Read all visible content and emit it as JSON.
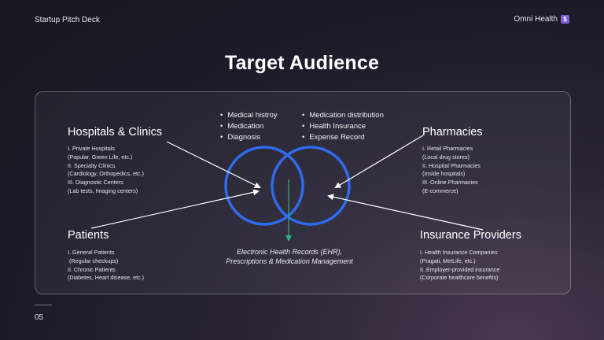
{
  "header": {
    "deck_label": "Startup Pitch Deck",
    "brand": "Omni Health",
    "brand_icon": "square-brand-icon"
  },
  "slide": {
    "title": "Target Audience",
    "page_number": "05"
  },
  "center": {
    "left_bullets": [
      "Medical histroy",
      "Medication",
      "Diagnosis"
    ],
    "right_bullets": [
      "Medication distribution",
      "Health Insurance",
      "Expense Record"
    ],
    "caption": [
      "Electronic Health Records (EHR),",
      "Prescriptions & Medication Management"
    ]
  },
  "segments": {
    "hospitals": {
      "heading": "Hospitals & Clinics",
      "lines": [
        "I. Private Hospitals",
        "(Popular, Green Life, etc.)",
        "II. Specialty Clinics",
        "(Cardiology, Orthopedics, etc.)",
        "III. Diagnostic Centers",
        "(Lab tests, Imaging centers)"
      ]
    },
    "pharmacies": {
      "heading": "Pharmacies",
      "lines": [
        "I. Retail Pharmacies",
        "(Local drug stores)",
        "II. Hospital Pharmacies",
        "(Inside hospitals)",
        "III. Online Pharmacies",
        "(E-commerce)"
      ]
    },
    "patients": {
      "heading": "Patients",
      "lines": [
        "I. General Patients",
        " (Regular checkups)",
        "II. Chronic Patients",
        "(Diabetes, Heart disease, etc.)"
      ]
    },
    "insurance": {
      "heading": "Insurance Providers",
      "lines": [
        "I. Health Insurance Companies",
        "(Pragati, MetLife, etc.)",
        "II. Employer-provided insurance",
        "(Corporate healthcare benefits)"
      ]
    }
  },
  "colors": {
    "circle": "#2f6bf0",
    "down_arrow": "#2fb57a",
    "arrow": "#ffffff"
  }
}
